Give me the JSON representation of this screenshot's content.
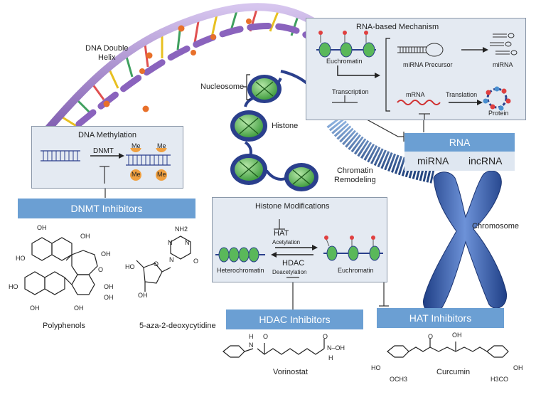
{
  "labels": {
    "dna_double_helix": "DNA Double\nHelix",
    "nucleosome": "Nucleosome",
    "histone": "Histone",
    "chromatin_remodeling": "Chromatin\nRemodeling",
    "chromosome": "Chromosome"
  },
  "dna_methylation": {
    "title": "DNA Methylation",
    "enzyme": "DNMT",
    "methyl": "Me"
  },
  "rna_mechanism": {
    "title": "RNA-based Mechanism",
    "euchromatin": "Euchromatin",
    "mirna_precursor": "miRNA Precursor",
    "mirna": "miRNA",
    "transcription": "Transcription",
    "mrna": "mRNA",
    "translation": "Translation",
    "protein": "Protein"
  },
  "rna_bar": {
    "title": "RNA",
    "item1": "miRNA",
    "item2": "incRNA"
  },
  "histone_mods": {
    "title": "Histone Modifications",
    "hat": "HAT",
    "acetylation": "Acetylation",
    "hdac": "HDAC",
    "deacetylation": "Deacetylation",
    "heterochromatin": "Heterochromatin",
    "euchromatin": "Euchromatin"
  },
  "inhibitors": {
    "dnmt": "DNMT Inhibitors",
    "hdac": "HDAC Inhibitors",
    "hat": "HAT Inhibitors"
  },
  "compounds": {
    "polyphenols": "Polyphenols",
    "aza": "5-aza-2-deoxycytidine",
    "vorinostat": "Vorinostat",
    "curcumin": "Curcumin"
  },
  "atoms": {
    "oh": "OH",
    "ho": "HO",
    "o": "O",
    "n": "N",
    "h": "H",
    "nh2": "NH2",
    "och3": "OCH3",
    "h3co": "H3CO",
    "n_oh": "N–OH"
  },
  "colors": {
    "panel": "#e4eaf2",
    "bar": "#6b9fd3",
    "dna": "#9b7bc7",
    "nucleosome": "#5ab85a",
    "chromosome": "#2f56a6",
    "methyl": "#f0a040"
  }
}
